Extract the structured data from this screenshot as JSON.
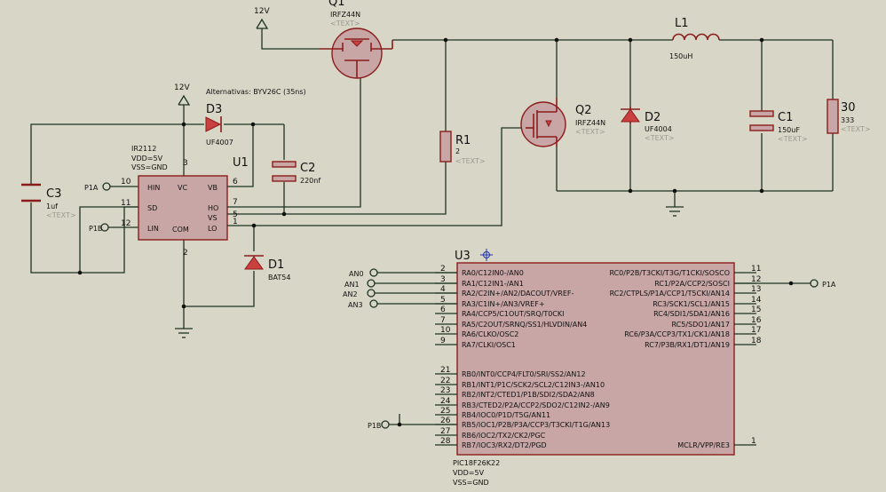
{
  "supply_labels": {
    "q1_12v": "12V",
    "u1_12v": "12V"
  },
  "q1": {
    "ref": "Q1",
    "part": "IRFZ44N",
    "text": "<TEXT>"
  },
  "q2": {
    "ref": "Q2",
    "part": "IRFZ44N",
    "text": "<TEXT>"
  },
  "l1": {
    "ref": "L1",
    "value": "150uH"
  },
  "r1": {
    "ref": "R1",
    "value": "2",
    "text": "<TEXT>"
  },
  "d2": {
    "ref": "D2",
    "part": "UF4004",
    "text": "<TEXT>"
  },
  "c1": {
    "ref": "C1",
    "value": "150uF",
    "text": "<TEXT>"
  },
  "r30": {
    "ref": "30",
    "value": "333",
    "text": "<TEXT>"
  },
  "d3": {
    "ref": "D3",
    "part": "UF4007",
    "note": "Alternativas: BYV26C (35ns)"
  },
  "c2": {
    "ref": "C2",
    "value": "220nf"
  },
  "c3": {
    "ref": "C3",
    "value": "1uf",
    "text": "<TEXT>"
  },
  "d1": {
    "ref": "D1",
    "part": "BAT54"
  },
  "u1": {
    "ref": "U1",
    "part": "IR2112",
    "vdd": "VDD=5V",
    "vss": "VSS=GND",
    "pins_left": [
      {
        "name": "HIN",
        "num": "10"
      },
      {
        "name": "SD",
        "num": "11"
      },
      {
        "name": "LIN",
        "num": "12"
      }
    ],
    "pins_right": [
      {
        "name": "VB",
        "num": "6"
      },
      {
        "name": "HO",
        "num": "7"
      },
      {
        "name": "VS",
        "num": "5"
      },
      {
        "name": "LO",
        "num": "1"
      }
    ],
    "pin_vc": {
      "name": "VC",
      "num": "3"
    },
    "pin_com": {
      "name": "COM",
      "num": "2"
    }
  },
  "u1_inputs": {
    "p1a": "P1A",
    "p1b": "P1B"
  },
  "u3": {
    "ref": "U3",
    "part": "PIC18F26K22",
    "vdd": "VDD=5V",
    "vss": "VSS=GND",
    "left_pins": [
      {
        "num": "2",
        "name": "RA0/C12IN0-/AN0"
      },
      {
        "num": "3",
        "name": "RA1/C12IN1-/AN1"
      },
      {
        "num": "4",
        "name": "RA2/C2IN+/AN2/DACOUT/VREF-"
      },
      {
        "num": "5",
        "name": "RA3/C1IN+/AN3/VREF+"
      },
      {
        "num": "6",
        "name": "RA4/CCP5/C1OUT/SRQ/T0CKI"
      },
      {
        "num": "7",
        "name": "RA5/C2OUT/SRNQ/SS1/HLVDIN/AN4"
      },
      {
        "num": "10",
        "name": "RA6/CLKO/OSC2"
      },
      {
        "num": "9",
        "name": "RA7/CLKI/OSC1"
      },
      {
        "num": "21",
        "name": "RB0/INT0/CCP4/FLT0/SRI/SS2/AN12"
      },
      {
        "num": "22",
        "name": "RB1/INT1/P1C/SCK2/SCL2/C12IN3-/AN10"
      },
      {
        "num": "23",
        "name": "RB2/INT2/CTED1/P1B/SDI2/SDA2/AN8"
      },
      {
        "num": "24",
        "name": "RB3/CTED2/P2A/CCP2/SDO2/C12IN2-/AN9"
      },
      {
        "num": "25",
        "name": "RB4/IOC0/P1D/T5G/AN11"
      },
      {
        "num": "26",
        "name": "RB5/IOC1/P2B/P3A/CCP3/T3CKI/T1G/AN13"
      },
      {
        "num": "27",
        "name": "RB6/IOC2/TX2/CK2/PGC"
      },
      {
        "num": "28",
        "name": "RB7/IOC3/RX2/DT2/PGD"
      }
    ],
    "right_pins": [
      {
        "num": "11",
        "name": "RC0/P2B/T3CKI/T3G/T1CKI/SOSCO"
      },
      {
        "num": "12",
        "name": "RC1/P2A/CCP2/SOSCI"
      },
      {
        "num": "13",
        "name": "RC2/CTPLS/P1A/CCP1/T5CKI/AN14"
      },
      {
        "num": "14",
        "name": "RC3/SCK1/SCL1/AN15"
      },
      {
        "num": "15",
        "name": "RC4/SDI1/SDA1/AN16"
      },
      {
        "num": "16",
        "name": "RC5/SDO1/AN17"
      },
      {
        "num": "17",
        "name": "RC6/P3A/CCP3/TX1/CK1/AN18"
      },
      {
        "num": "18",
        "name": "RC7/P3B/RX1/DT1/AN19"
      },
      {
        "num": "1",
        "name": "MCLR/VPP/RE3"
      }
    ],
    "analog_labels": [
      "AN0",
      "AN1",
      "AN2",
      "AN3"
    ],
    "out_label": "P1A",
    "in_label": "P1B"
  },
  "colors": {
    "background": "#d8d6c6",
    "wire": "#1e3422",
    "component": "#8b1c1c",
    "component_fill": "#c8a6a6"
  }
}
